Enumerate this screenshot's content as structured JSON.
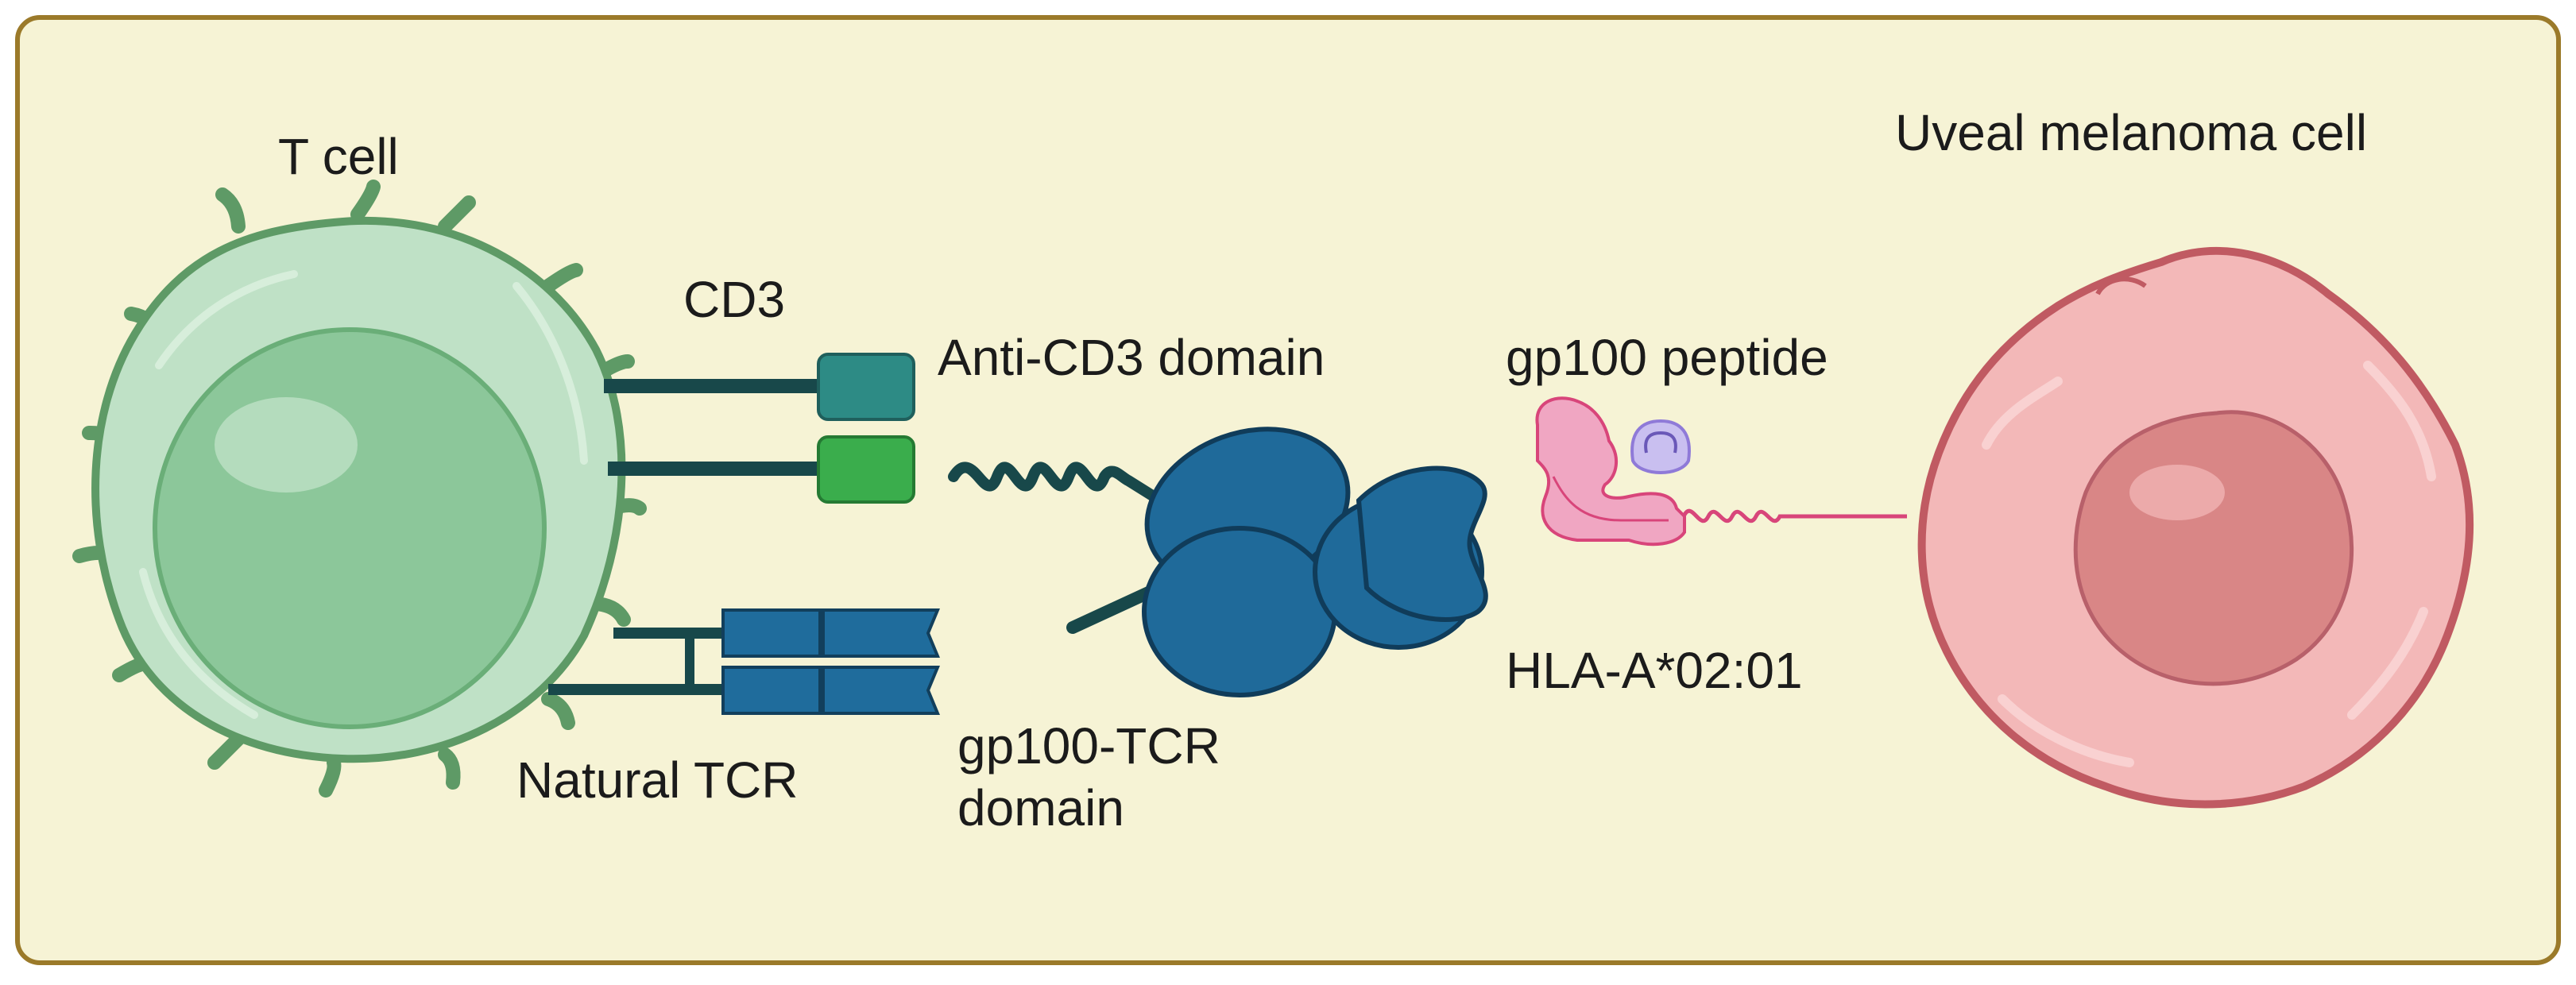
{
  "labels": {
    "t_cell": "T cell",
    "uveal": "Uveal melanoma cell",
    "cd3": "CD3",
    "anti_cd3": "Anti-CD3 domain",
    "gp100_peptide": "gp100 peptide",
    "hla": "HLA-A*02:01",
    "natural_tcr": "Natural TCR",
    "gp100_tcr_line1": "gp100-TCR",
    "gp100_tcr_line2": "domain"
  },
  "colors": {
    "panel_fill": "#f6f3d5",
    "panel_border": "#9b7a2a",
    "t_cell_fill": "#bfe1c6",
    "t_cell_outline": "#5e9a66",
    "t_cell_nucleus": "#8cc79a",
    "melanoma_fill": "#f3b8b8",
    "melanoma_outline": "#c05a62",
    "melanoma_nucleus": "#d98686",
    "receptor_dark": "#18484a",
    "cd3_teal": "#2d8b85",
    "cd3_green": "#3aad4c",
    "tcr_blue": "#1f6c9c",
    "bispecific_blue": "#1f6a9a",
    "hla_pink": "#d8457a",
    "peptide_purple": "#8f7ad8"
  }
}
